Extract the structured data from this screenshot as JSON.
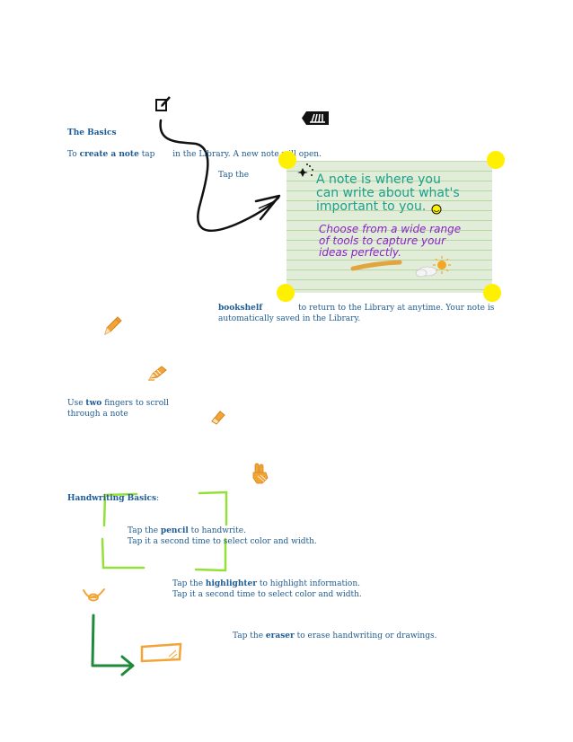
{
  "basics": {
    "heading": "The Basics",
    "create_prefix": "To",
    "create_bold": "create a note",
    "create_tap": "tap",
    "create_rest": "in the Library. A new note will open.",
    "tap_the": "Tap the",
    "bookshelf_bold": "bookshelf",
    "bookshelf_rest": "to return to the Library at anytime. Your note is",
    "bookshelf_rest2": "automatically saved in the Library."
  },
  "note": {
    "line1": "A note is where you",
    "line2": "can write about what's",
    "line3": "important to you.",
    "line4": "Choose from a wide range",
    "line5": "of tools to capture your",
    "line6": "ideas perfectly."
  },
  "scroll": {
    "prefix": "Use",
    "bold": "two",
    "rest": "fingers to scroll",
    "line2": "through a note"
  },
  "handwriting": {
    "heading": "Handwriting Basics",
    "colon": ":",
    "pencil_prefix": "Tap the",
    "pencil_bold": "pencil",
    "pencil_rest": "to handwrite.",
    "pencil_line2": "Tap it a second time to select color and width.",
    "hl_prefix": "Tap the",
    "hl_bold": "highlighter",
    "hl_rest": "to highlight information.",
    "hl_line2": "Tap it a second time to select color and width.",
    "eraser_prefix": "Tap the",
    "eraser_bold": "eraser",
    "eraser_rest": "to erase handwriting or drawings."
  },
  "icons": {
    "new_note": "new-note-icon",
    "bookshelf": "bookshelf-icon",
    "pencil": "pencil-icon",
    "highlighter": "highlighter-icon",
    "eraser": "eraser-icon",
    "two_finger": "two-finger-scroll-icon"
  },
  "colors": {
    "text": "#1f5b8f",
    "handle": "#ffef00",
    "note_bg": "#e1edd8",
    "note_teal": "#1da08c",
    "note_purple": "#8a24c7",
    "green_bracket": "#93e03a",
    "dark_green_arrow": "#1f8a3c",
    "orange": "#f2a536"
  }
}
